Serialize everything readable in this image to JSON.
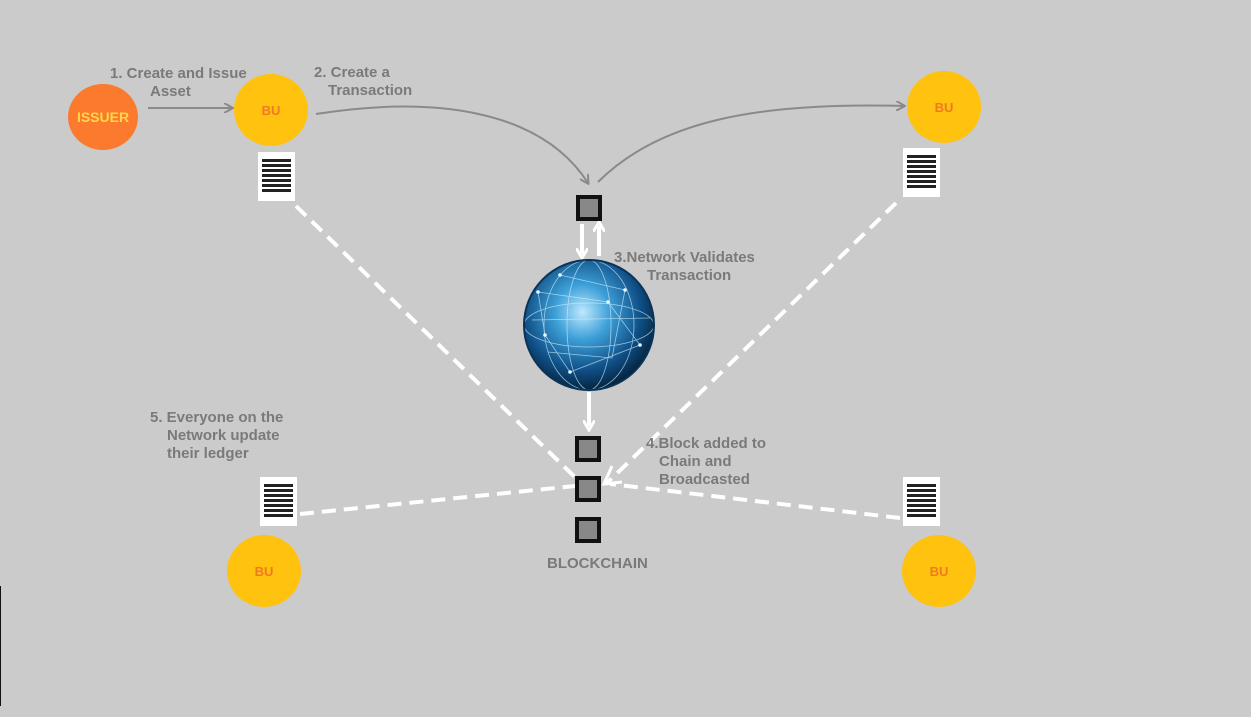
{
  "nodes": {
    "issuer": "ISSUER",
    "bu_sender": "BU",
    "bu_receiver": "BU",
    "bu_bottom_left": "BU",
    "bu_bottom_right": "BU"
  },
  "steps": {
    "step1_line1": "1. Create and Issue",
    "step1_line2": "Asset",
    "step2_line1": "2. Create a",
    "step2_line2": "Transaction",
    "step3_line1": "3.Network Validates",
    "step3_line2": "Transaction",
    "step4_line1": "4.Block added to",
    "step4_line2": "Chain and",
    "step4_line3": "Broadcasted",
    "step5_line1": "5. Everyone on the",
    "step5_line2": "Network update",
    "step5_line3": "their ledger"
  },
  "blockchain_label": "BLOCKCHAIN",
  "icons": [
    "ledger-document-icon",
    "network-globe-icon",
    "block-icon"
  ],
  "colors": {
    "background": "#cbcbcb",
    "bu_fill": "#ffc20e",
    "bu_text": "#f07a23",
    "issuer_fill": "#fb7a2d",
    "issuer_text": "#ffd84a",
    "label_text": "#7a7a7a",
    "arrow_grey": "#8a8a8a"
  }
}
